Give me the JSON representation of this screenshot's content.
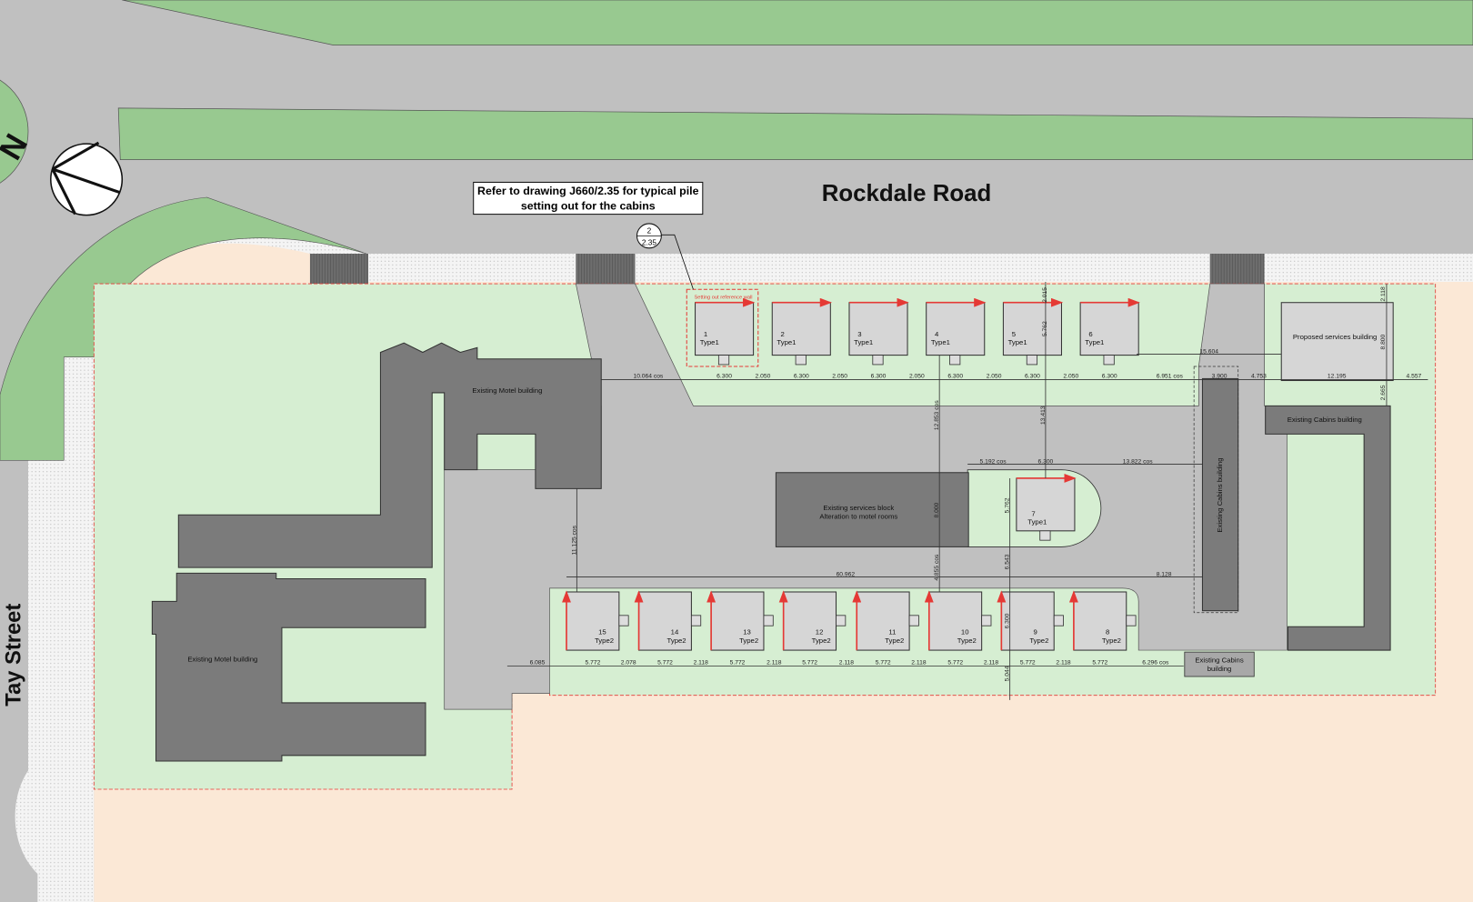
{
  "roads": {
    "rockdale": "Rockdale Road",
    "tay": "Tay Street"
  },
  "north_arrow": {
    "letter": "N"
  },
  "note": {
    "line1": "Refer to drawing J660/2.35 for typical pile",
    "line2": "setting out for the cabins"
  },
  "section_marker": {
    "top": "2",
    "bottom": "2.35"
  },
  "setting_out_label": "Setting out reference wall",
  "buildings": {
    "motel_top": "Existing Motel building",
    "motel_bottom": "Existing Motel building",
    "services_block_1": "Existing services block",
    "services_block_2": "Alteration to motel rooms",
    "proposed_services": "Proposed services building",
    "cabins_right": "Existing Cabins building",
    "cabins_vertical": "Existing Cabins building",
    "cabins_small_1": "Existing Cabins",
    "cabins_small_2": "building"
  },
  "cabins_top": [
    {
      "num": "1",
      "type": "Type1"
    },
    {
      "num": "2",
      "type": "Type1"
    },
    {
      "num": "3",
      "type": "Type1"
    },
    {
      "num": "4",
      "type": "Type1"
    },
    {
      "num": "5",
      "type": "Type1"
    },
    {
      "num": "6",
      "type": "Type1"
    }
  ],
  "cabin_middle": {
    "num": "7",
    "type": "Type1"
  },
  "cabins_bottom": [
    {
      "num": "15",
      "type": "Type2"
    },
    {
      "num": "14",
      "type": "Type2"
    },
    {
      "num": "13",
      "type": "Type2"
    },
    {
      "num": "12",
      "type": "Type2"
    },
    {
      "num": "11",
      "type": "Type2"
    },
    {
      "num": "10",
      "type": "Type2"
    },
    {
      "num": "9",
      "type": "Type2"
    },
    {
      "num": "8",
      "type": "Type2"
    }
  ],
  "dims_top": [
    "10.064 cos",
    "6.300",
    "2.050",
    "6.300",
    "2.050",
    "6.300",
    "2.050",
    "6.300",
    "2.050",
    "6.300",
    "2.050",
    "6.300",
    "6.951 cos",
    "3.900",
    "4.753",
    "12.195",
    "4.557"
  ],
  "dims_other": {
    "d15604": "15.604",
    "d2015": "2.015",
    "d5762a": "5.762",
    "d2118": "2.118",
    "d8800": "8.800",
    "d2665": "2.665",
    "d12853": "12.853 cos",
    "d13413": "13.413",
    "d5192": "5.192 cos",
    "d6300m": "6.300",
    "d13822": "13.822 cos",
    "d8000": "8.000",
    "d5762b": "5.762",
    "d11125": "11.125 cos",
    "d60962": "60.962",
    "d8128": "8.128",
    "d4855": "4.855 cos",
    "d6543": "6.543",
    "d6300v": "6.300",
    "d5044": "5.044"
  },
  "dims_bottom": [
    "6.085",
    "5.772",
    "2.078",
    "5.772",
    "2.118",
    "5.772",
    "2.118",
    "5.772",
    "2.118",
    "5.772",
    "2.118",
    "5.772",
    "2.118",
    "5.772",
    "2.118",
    "5.772",
    "6.296 cos"
  ],
  "colors": {
    "grass": "#98c990",
    "site": "#d6eed2",
    "road": "#c0c0c0",
    "land": "#fbe8d6",
    "building": "#7b7b7b",
    "cabin": "#d6d6d6",
    "marker": "#e53935"
  }
}
